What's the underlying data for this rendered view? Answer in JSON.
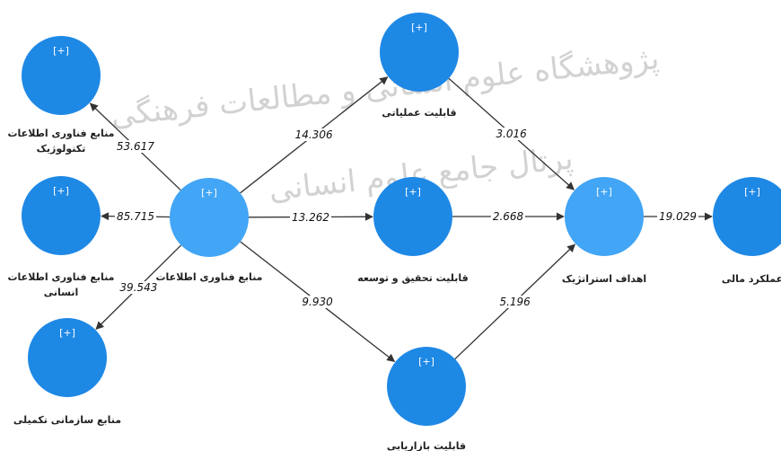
{
  "colors": {
    "node_fill": "#1E88E5",
    "node_fill_light": "#42A5F5",
    "edge": "#333333",
    "watermark": "#d2d2d2"
  },
  "watermark": {
    "line1": "پژوهشگاه علوم انسانی و مطالعات فرهنگی",
    "line2": "پرتال جامع علوم انسانی"
  },
  "nodes": [
    {
      "id": "tech",
      "label": "منابع فناوری اطلاعات\nتکنولوژیک",
      "marker": "[+]",
      "light": false
    },
    {
      "id": "human",
      "label": "منابع فناوری اطلاعات\nانسانی",
      "marker": "[+]",
      "light": false
    },
    {
      "id": "org",
      "label": "منابع سازمانی تکمیلی",
      "marker": "[+]",
      "light": false
    },
    {
      "id": "it",
      "label": "منابع فناوری اطلاعات",
      "marker": "[+]",
      "light": true
    },
    {
      "id": "ops",
      "label": "قابلیت عملیاتی",
      "marker": "[+]",
      "light": false
    },
    {
      "id": "rd",
      "label": "قابلیت تحقیق و توسعه",
      "marker": "[+]",
      "light": false
    },
    {
      "id": "mkt",
      "label": "قابلیت بازاریابی",
      "marker": "[+]",
      "light": false
    },
    {
      "id": "strat",
      "label": "اهداف استراتژیک",
      "marker": "[+]",
      "light": true
    },
    {
      "id": "fin",
      "label": "عملکرد مالی",
      "marker": "[+]",
      "light": false
    }
  ],
  "edges": [
    {
      "from": "it",
      "to": "tech",
      "value": "53.617"
    },
    {
      "from": "it",
      "to": "human",
      "value": "85.715"
    },
    {
      "from": "it",
      "to": "org",
      "value": "39.543"
    },
    {
      "from": "it",
      "to": "ops",
      "value": "14.306"
    },
    {
      "from": "it",
      "to": "rd",
      "value": "13.262"
    },
    {
      "from": "it",
      "to": "mkt",
      "value": "9.930"
    },
    {
      "from": "ops",
      "to": "strat",
      "value": "3.016"
    },
    {
      "from": "rd",
      "to": "strat",
      "value": "2.668"
    },
    {
      "from": "mkt",
      "to": "strat",
      "value": "5.196"
    },
    {
      "from": "strat",
      "to": "fin",
      "value": "19.029"
    }
  ]
}
